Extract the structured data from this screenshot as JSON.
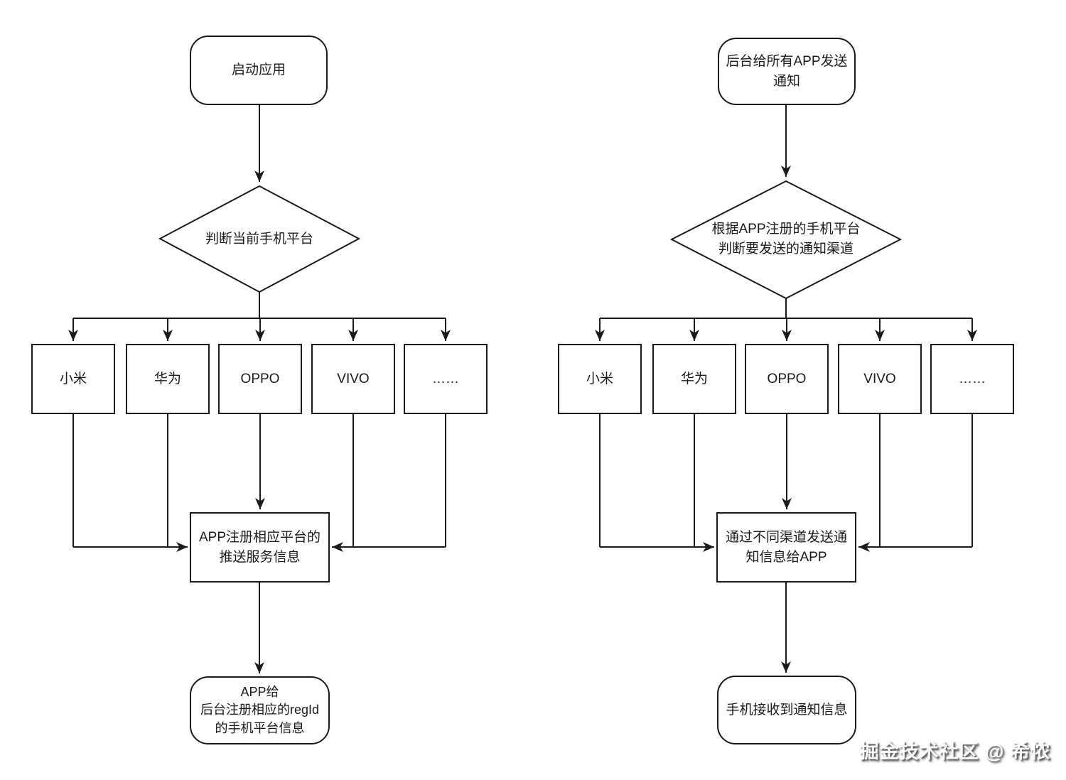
{
  "left_flow": {
    "start": "启动应用",
    "decision": "判断当前手机平台",
    "platforms": [
      "小米",
      "华为",
      "OPPO",
      "VIVO",
      "……"
    ],
    "process": "APP注册相应平台的\n推送服务信息",
    "end": "APP给\n后台注册相应的regId\n的手机平台信息"
  },
  "right_flow": {
    "start": "后台给所有APP发送\n通知",
    "decision": "根据APP注册的手机平台\n判断要发送的通知渠道",
    "platforms": [
      "小米",
      "华为",
      "OPPO",
      "VIVO",
      "……"
    ],
    "process": "通过不同渠道发送通\n知信息给APP",
    "end": "手机接收到通知信息"
  },
  "watermark": "掘金技术社区 @ 希侬",
  "colors": {
    "stroke": "#1a1a1a",
    "background": "#ffffff"
  }
}
